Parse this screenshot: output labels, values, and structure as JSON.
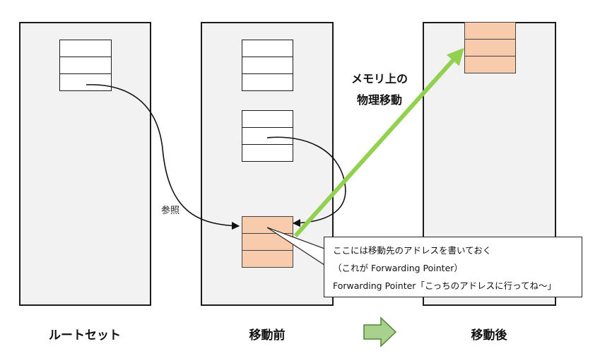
{
  "captions": {
    "root_set": "ルートセット",
    "before": "移動前",
    "after": "移動後"
  },
  "heading": {
    "line1": "メモリ上の",
    "line2": "物理移動"
  },
  "reference_label": "参照",
  "callout": {
    "line1": "ここには移動先のアドレスを書いておく",
    "line2": "（これが Forwarding Pointer）",
    "line3": "Forwarding Pointer「こっちのアドレスに行ってね～」"
  },
  "colors": {
    "panel_fill": "#f2f2f2",
    "moved_object": "#f8cbad",
    "move_arrow": "#92d050",
    "transition_arrow": "#a9d18e"
  }
}
